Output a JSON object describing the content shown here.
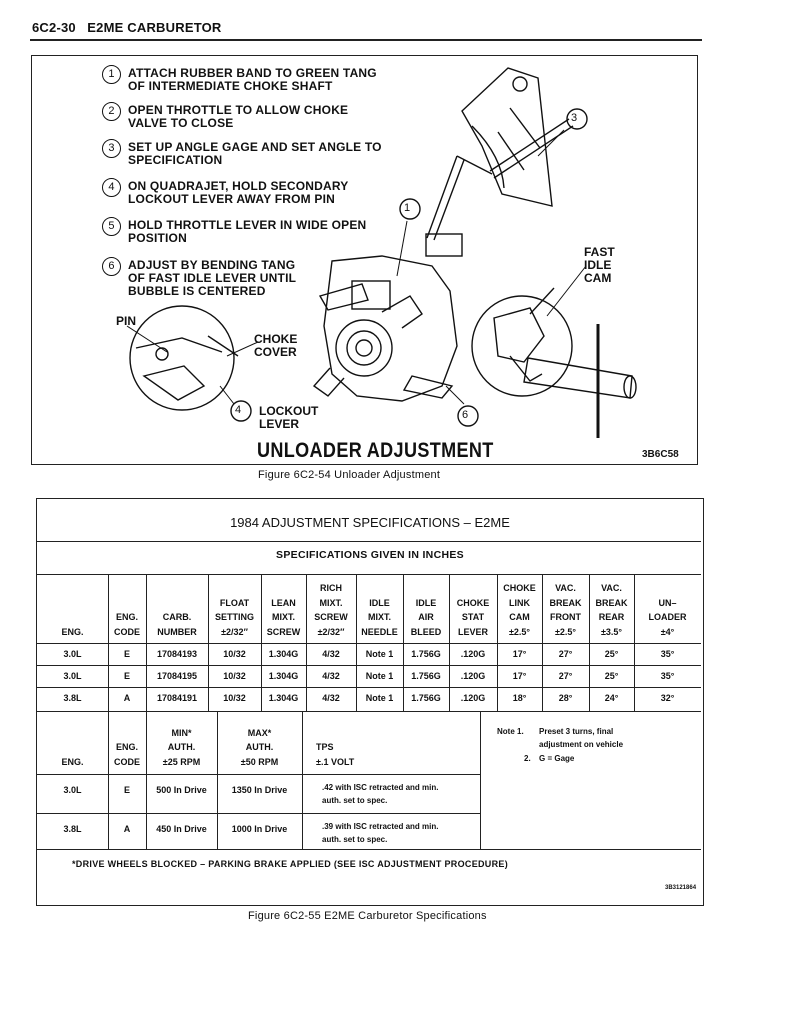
{
  "header": {
    "page_label": "6C2-30",
    "section": "E2ME CARBURETOR"
  },
  "figure1": {
    "steps": [
      {
        "num": "1",
        "lines": [
          "ATTACH RUBBER BAND TO GREEN TANG",
          "OF INTERMEDIATE CHOKE SHAFT"
        ]
      },
      {
        "num": "2",
        "lines": [
          "OPEN THROTTLE TO ALLOW CHOKE",
          "VALVE TO CLOSE"
        ]
      },
      {
        "num": "3",
        "lines": [
          "SET UP ANGLE GAGE AND SET ANGLE TO",
          "SPECIFICATION"
        ]
      },
      {
        "num": "4",
        "lines": [
          "ON QUADRAJET, HOLD SECONDARY",
          "LOCKOUT LEVER AWAY FROM PIN"
        ]
      },
      {
        "num": "5",
        "lines": [
          "HOLD THROTTLE LEVER IN WIDE OPEN",
          "POSITION"
        ]
      },
      {
        "num": "6",
        "lines": [
          "ADJUST BY BENDING TANG",
          "OF FAST IDLE LEVER UNTIL",
          "BUBBLE IS CENTERED"
        ]
      }
    ],
    "labels": {
      "pin": "PIN",
      "choke_cover": [
        "CHOKE",
        "COVER"
      ],
      "lockout_lever_num": "4",
      "lockout_lever": [
        "LOCKOUT",
        "LEVER"
      ],
      "fast_idle_cam": [
        "FAST",
        "IDLE",
        "CAM"
      ],
      "callout_1": "1",
      "callout_3": "3",
      "callout_6": "6"
    },
    "title": "UNLOADER ADJUSTMENT",
    "code": "3B6C58",
    "caption": "Figure 6C2-54 Unloader Adjustment"
  },
  "figure2": {
    "title": "1984 ADJUSTMENT SPECIFICATIONS – E2ME",
    "subtitle": "SPECIFICATIONS GIVEN IN INCHES",
    "columns": [
      [
        "ENG."
      ],
      [
        "ENG.",
        "CODE"
      ],
      [
        "CARB.",
        "NUMBER"
      ],
      [
        "FLOAT",
        "SETTING",
        "±2/32″"
      ],
      [
        "LEAN",
        "MIXT.",
        "SCREW"
      ],
      [
        "RICH",
        "MIXT.",
        "SCREW",
        "±2/32″"
      ],
      [
        "IDLE",
        "MIXT.",
        "NEEDLE"
      ],
      [
        "IDLE",
        "AIR",
        "BLEED"
      ],
      [
        "CHOKE",
        "STAT",
        "LEVER"
      ],
      [
        "CHOKE",
        "LINK",
        "CAM",
        "±2.5°"
      ],
      [
        "VAC.",
        "BREAK",
        "FRONT",
        "±2.5°"
      ],
      [
        "VAC.",
        "BREAK",
        "REAR",
        "±3.5°"
      ],
      [
        "UN–",
        "LOADER",
        "±4°"
      ]
    ],
    "rows": [
      [
        "3.0L",
        "E",
        "17084193",
        "10/32",
        "1.304G",
        "4/32",
        "Note 1",
        "1.756G",
        ".120G",
        "17°",
        "27°",
        "25°",
        "35°"
      ],
      [
        "3.0L",
        "E",
        "17084195",
        "10/32",
        "1.304G",
        "4/32",
        "Note 1",
        "1.756G",
        ".120G",
        "17°",
        "27°",
        "25°",
        "35°"
      ],
      [
        "3.8L",
        "A",
        "17084191",
        "10/32",
        "1.304G",
        "4/32",
        "Note 1",
        "1.756G",
        ".120G",
        "18°",
        "28°",
        "24°",
        "32°"
      ]
    ],
    "rpm_columns": [
      [
        "ENG."
      ],
      [
        "ENG.",
        "CODE"
      ],
      [
        "MIN*",
        "AUTH.",
        "±25 RPM"
      ],
      [
        "MAX*",
        "AUTH.",
        "±50 RPM"
      ],
      [
        "TPS",
        "±.1 VOLT"
      ]
    ],
    "rpm_rows": [
      {
        "eng": "3.0L",
        "code": "E",
        "min": "500 In Drive",
        "max": "1350 In Drive",
        "tps": [
          ".42 with ISC retracted and min.",
          "auth. set to spec."
        ]
      },
      {
        "eng": "3.8L",
        "code": "A",
        "min": "450 In Drive",
        "max": "1000 In Drive",
        "tps": [
          ".39 with ISC retracted and min.",
          "auth. set to spec."
        ]
      }
    ],
    "notes": [
      {
        "num": "Note 1.",
        "lines": [
          "Preset 3 turns, final",
          "adjustment on vehicle"
        ]
      },
      {
        "num": "2.",
        "lines": [
          "G = Gage"
        ]
      }
    ],
    "footnote": "*DRIVE WHEELS BLOCKED – PARKING BRAKE APPLIED (SEE ISC ADJUSTMENT PROCEDURE)",
    "code": "3B3121864",
    "caption": "Figure 6C2-55 E2ME Carburetor Specifications"
  }
}
